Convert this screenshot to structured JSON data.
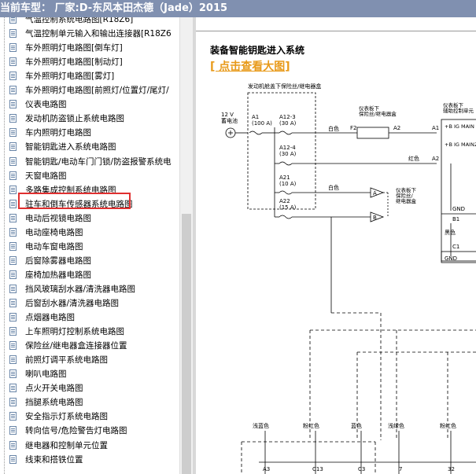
{
  "title": "当前车型： 厂家:D-东风本田杰德（Jade）2015",
  "tree": {
    "items": [
      "气温控制系统电路图[R18Z6]",
      "气温控制单元输入和输出连接器[R18Z6",
      "车外照明灯电路图[倒车灯]",
      "车外照明灯电路图[制动灯]",
      "车外照明灯电路图[雾灯]",
      "车外照明灯电路图[前照灯/位置灯/尾灯/",
      "仪表电路图",
      "发动机防盗锁止系统电路图",
      "车内照明灯电路图",
      "智能钥匙进入系统电路图",
      "智能钥匙/电动车门门锁/防盗报警系统电",
      "天窗电路图",
      "多路集成控制系统电路图",
      "驻车和倒车传感器系统电路图",
      "电动后视镜电路图",
      "电动座椅电路图",
      "电动车窗电路图",
      "后窗除雾器电路图",
      "座椅加热器电路图",
      "挡风玻璃刮水器/清洗器电路图",
      "后窗刮水器/清洗器电路图",
      "点烟器电路图",
      "上车照明灯控制系统电路图",
      "保险丝/继电器盒连接器位置",
      "前照灯调平系统电路图",
      "喇叭电路图",
      "点火开关电路图",
      "挡腿系统电路图",
      "安全指示灯系统电路图",
      "转向信号/危险警告灯电路图",
      "继电器和控制单元位置",
      "线束和搭铁位置"
    ]
  },
  "content": {
    "heading": "装备智能钥匙进入系统",
    "link": "[ 点击查看大图]",
    "diagram": {
      "fusebox_title": "发动机舱盖下保险丝/继电器盒",
      "battery": [
        "12 V",
        "蓄电池"
      ],
      "fuses": [
        {
          "id": "A1",
          "amp": "(100 A)"
        },
        {
          "id": "A12-3",
          "amp": "(30 A)"
        },
        {
          "id": "A12-4",
          "amp": "(30 A)"
        },
        {
          "id": "A21",
          "amp": "(10 A)"
        },
        {
          "id": "A22",
          "amp": "(15 A)"
        }
      ],
      "dash_fusebox": [
        "仪表板下",
        "保险丝/继电器盒"
      ],
      "dash_fusebox2": [
        "仪表板下",
        "保险丝/",
        "继电器盒"
      ],
      "ecu_box": [
        "仪表板下",
        "辅助控制单元"
      ],
      "wires": {
        "white1": "白色",
        "red": "红色",
        "white2": "白色",
        "black": "黑色"
      },
      "pins": {
        "f2": "F2",
        "a2a": "A2",
        "a1": "A1",
        "a2": "A2",
        "b1": "B1",
        "c1": "C1",
        "a": "A",
        "b": "B"
      },
      "ecu_labels": [
        "+B IG MAIN",
        "+B IG MAIN2",
        "GND",
        "GND"
      ],
      "bottom_colors": [
        "浅蓝色",
        "粉红色",
        "蓝色",
        "浅绿色",
        "粉红色"
      ],
      "bottom_pins": [
        "A3",
        "C13",
        "C3",
        "7",
        "32"
      ]
    }
  }
}
